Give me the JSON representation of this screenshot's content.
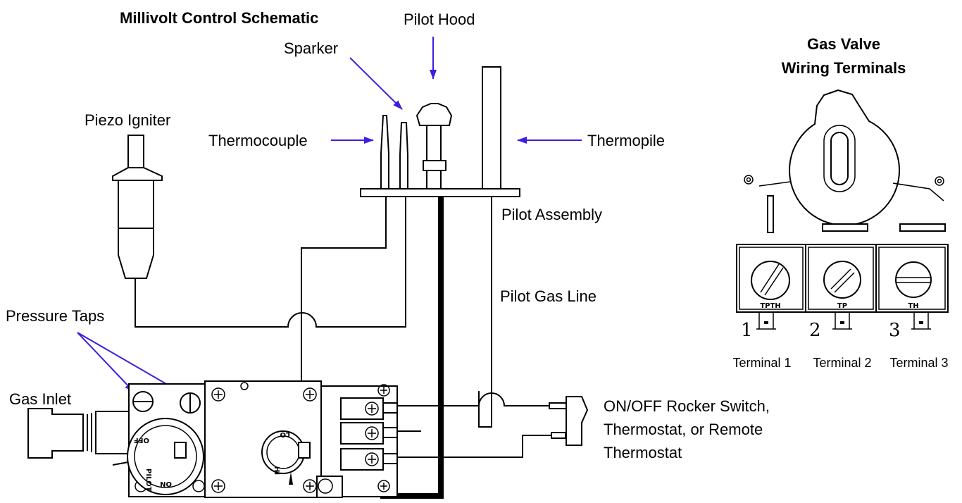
{
  "diagram": {
    "title": "Millivolt Control Schematic",
    "labels": {
      "pilot_hood": "Pilot Hood",
      "sparker": "Sparker",
      "piezo_igniter": "Piezo Igniter",
      "thermocouple": "Thermocouple",
      "thermopile": "Thermopile",
      "pilot_assembly": "Pilot Assembly",
      "pilot_gas_line": "Pilot Gas Line",
      "pressure_taps": "Pressure Taps",
      "gas_inlet": "Gas Inlet",
      "switch_line1": "ON/OFF Rocker Switch,",
      "switch_line2": "Thermostat, or Remote",
      "switch_line3": "Thermostat"
    },
    "knob_text": {
      "off": "OFF",
      "pilot": "PILOT",
      "on": "ON",
      "lo": "LO",
      "hi": "HI"
    }
  },
  "terminals_panel": {
    "title_line1": "Gas Valve",
    "title_line2": "Wiring Terminals",
    "numbers": [
      "1",
      "2",
      "3"
    ],
    "codes": [
      "TPTH",
      "TP",
      "TH"
    ],
    "captions": [
      "Terminal 1",
      "Terminal 2",
      "Terminal 3"
    ]
  },
  "colors": {
    "arrow": "#3b1fe0",
    "line": "#000000"
  }
}
